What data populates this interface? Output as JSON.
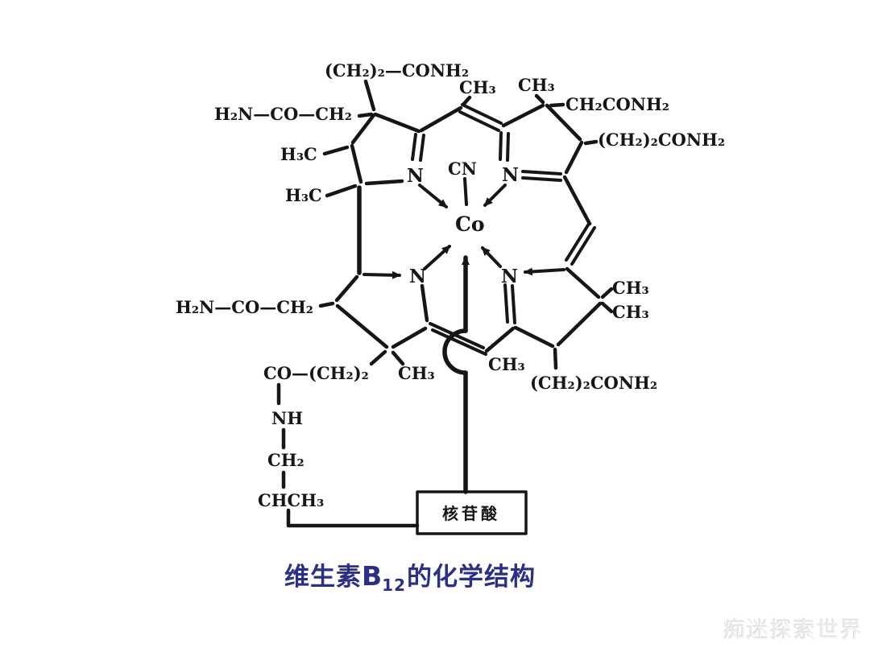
{
  "page": {
    "background_color": "#ffffff"
  },
  "diagram": {
    "ink_color": "#161616",
    "labels": {
      "ring_a_top_chain": "(CH₂)₂—CONH₂",
      "ring_a_amide": "H₂N—CO—CH₂",
      "ring_a_methyl_upper": "H₃C",
      "ring_a_methyl_lower": "H₃C",
      "meso_top_methyl": "CH₃",
      "ring_b_methyl": "CH₃",
      "ring_b_acetamide": "CH₂CONH₂",
      "ring_b_propionamide": "(CH₂)₂CONH₂",
      "cyano": "CN",
      "cobalt": "Co",
      "n_top_left": "N",
      "n_top_right": "N",
      "n_bottom_left": "N",
      "n_bottom_right": "N",
      "ring_d_amide": "H₂N—CO—CH₂",
      "ring_c_methyl_upper": "CH₃",
      "ring_c_methyl_lower": "CH₃",
      "ring_d_chain": "CO—(CH₂)₂",
      "ring_d_methyl": "CH₃",
      "meso_bottom_methyl": "CH₃",
      "ring_c_propionamide": "(CH₂)₂CONH₂",
      "linker_nh": "NH",
      "linker_ch2": "CH₂",
      "linker_chch3": "CHCH₃",
      "nucleotide": "核苷酸"
    }
  },
  "caption": {
    "prefix": "维生素",
    "b": "B",
    "subscript": "12",
    "suffix": "的化学结构",
    "color": "#2b2f86"
  },
  "watermark": {
    "text": "痴迷探索世界",
    "color": "#efefef"
  }
}
